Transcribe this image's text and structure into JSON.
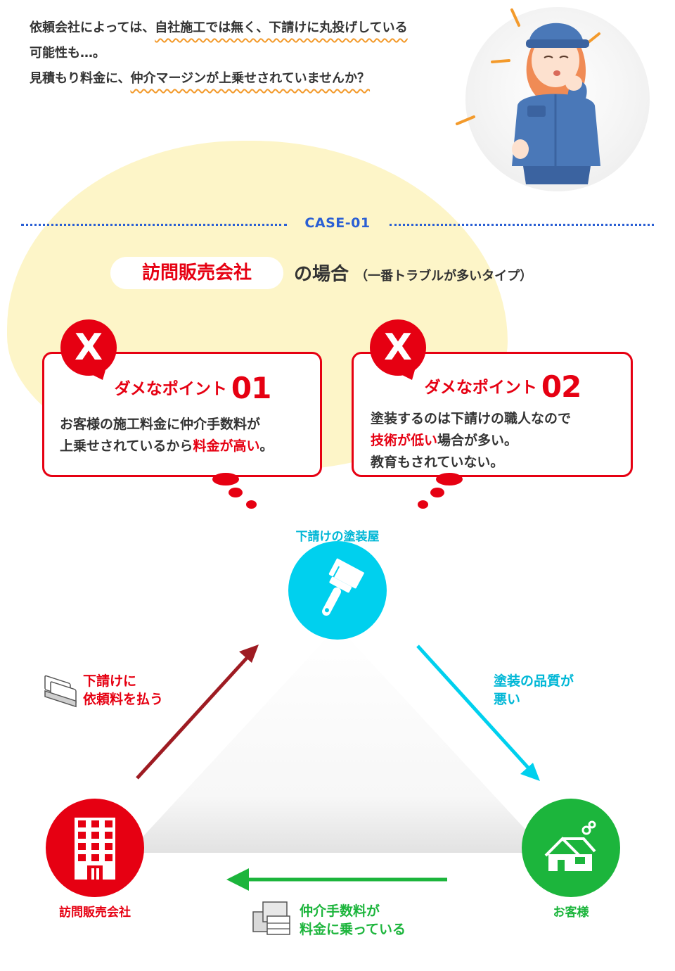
{
  "intro": {
    "line1_plain": "依頼会社によっては、",
    "line1_wavy": "自社施工では無く、下請けに丸投げしている",
    "line2": "可能性も…。",
    "line3_plain": "見積もり料金に、",
    "line3_wavy": "仲介マージンが上乗せされていませんか？"
  },
  "case": {
    "label": "CASE-01",
    "company": "訪問販売会社",
    "suffix_main": "の場合",
    "suffix_note": "（一番トラブルが多いタイプ）"
  },
  "points": [
    {
      "icon": "X",
      "title": "ダメなポイント",
      "number": "01",
      "body_1": "お客様の施工料金に仲介手数料が",
      "body_2a": "上乗せされているから",
      "body_2b": "料金が高い",
      "body_2c": "。"
    },
    {
      "icon": "X",
      "title": "ダメなポイント",
      "number": "02",
      "body_1": "塗装するのは下請けの職人なので",
      "body_2a": "技術が低い",
      "body_2b": "場合が多い。",
      "body_3": "教育もされていない。"
    }
  ],
  "diagram": {
    "subcontractor": "下請けの塗装屋",
    "sales_company": "訪問販売会社",
    "customer": "お客様",
    "flow_pay_1": "下請けに",
    "flow_pay_2": "依頼料を払う",
    "flow_quality_1": "塗装の品質が",
    "flow_quality_2": "悪い",
    "flow_fee_1": "仲介手数料が",
    "flow_fee_2": "料金に乗っている"
  },
  "colors": {
    "red": "#e60012",
    "cyan": "#00d0ee",
    "green": "#1cb53c",
    "dark_red": "#9e1b22",
    "blue": "#2a5fd4",
    "orange": "#f39a2b",
    "yellow_bg": "#fdf5c8"
  }
}
